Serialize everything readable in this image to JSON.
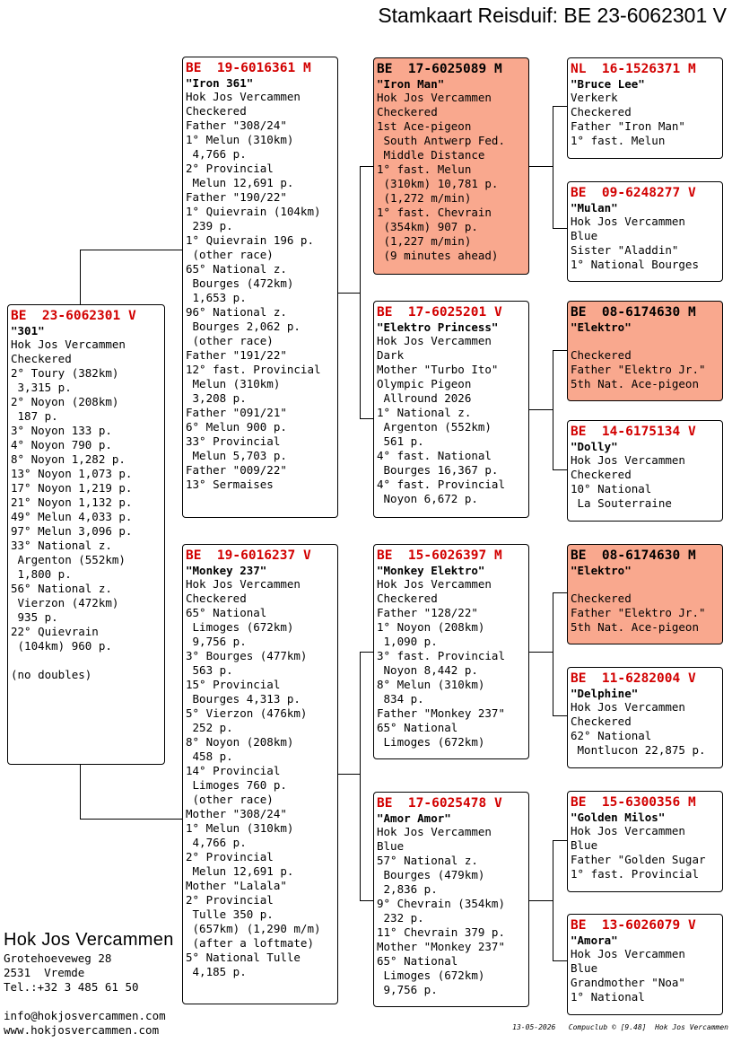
{
  "title": "Stamkaart Reisduif: BE  23-6062301 V",
  "pigeons": [
    {
      "id": "p0",
      "ring": "BE  23-6062301 V",
      "name": "\"301\"",
      "highlight": false,
      "ring_color": "#d20000",
      "lines": [
        "Hok Jos Vercammen",
        "Checkered",
        "2° Toury (382km)",
        " 3,315 p.",
        "2° Noyon (208km)",
        " 187 p.",
        "3° Noyon 133 p.",
        "4° Noyon 790 p.",
        "8° Noyon 1,282 p.",
        "13° Noyon 1,073 p.",
        "17° Noyon 1,219 p.",
        "21° Noyon 1,132 p.",
        "49° Melun 4,033 p.",
        "97° Melun 3,096 p.",
        "33° National z.",
        " Argenton (552km)",
        " 1,800 p.",
        "56° National z.",
        " Vierzon (472km)",
        " 935 p.",
        "22° Quievrain",
        " (104km) 960 p.",
        "",
        "(no doubles)"
      ]
    },
    {
      "id": "p1",
      "ring": "BE  19-6016361 M",
      "name": "\"Iron 361\"",
      "highlight": false,
      "ring_color": "#d20000",
      "lines": [
        "Hok Jos Vercammen",
        "Checkered",
        "Father \"308/24\"",
        "1° Melun (310km)",
        " 4,766 p.",
        "2° Provincial",
        " Melun 12,691 p.",
        "Father \"190/22\"",
        "1° Quievrain (104km)",
        " 239 p.",
        "1° Quievrain 196 p.",
        " (other race)",
        "65° National z.",
        " Bourges (472km)",
        " 1,653 p.",
        "96° National z.",
        " Bourges 2,062 p.",
        " (other race)",
        "Father \"191/22\"",
        "12° fast. Provincial",
        " Melun (310km)",
        " 3,208 p.",
        "Father \"091/21\"",
        "6° Melun 900 p.",
        "33° Provincial",
        " Melun 5,703 p.",
        "Father \"009/22\"",
        "13° Sermaises"
      ]
    },
    {
      "id": "p2",
      "ring": "BE  19-6016237 V",
      "name": "\"Monkey 237\"",
      "highlight": false,
      "ring_color": "#d20000",
      "lines": [
        "Hok Jos Vercammen",
        "Checkered",
        "65° National",
        " Limoges (672km)",
        " 9,756 p.",
        "3° Bourges (477km)",
        " 563 p.",
        "15° Provincial",
        " Bourges 4,313 p.",
        "5° Vierzon (476km)",
        " 252 p.",
        "8° Noyon (208km)",
        " 458 p.",
        "14° Provincial",
        " Limoges 760 p.",
        " (other race)",
        "Mother \"308/24\"",
        "1° Melun (310km)",
        " 4,766 p.",
        "2° Provincial",
        " Melun 12,691 p.",
        "Mother \"Lalala\"",
        "2° Provincial",
        " Tulle 350 p.",
        " (657km) (1,290 m/m)",
        " (after a loftmate)",
        "5° National Tulle",
        " 4,185 p."
      ]
    },
    {
      "id": "p3",
      "ring": "BE  17-6025089 M",
      "name": "\"Iron Man\"",
      "highlight": true,
      "ring_color": "#000000",
      "lines": [
        "Hok Jos Vercammen",
        "Checkered",
        "1st Ace-pigeon",
        " South Antwerp Fed.",
        " Middle Distance",
        "1° fast. Melun",
        " (310km) 10,781 p.",
        " (1,272 m/min)",
        "1° fast. Chevrain",
        " (354km) 907 p.",
        " (1,227 m/min)",
        " (9 minutes ahead)"
      ]
    },
    {
      "id": "p4",
      "ring": "BE  17-6025201 V",
      "name": "\"Elektro Princess\"",
      "highlight": false,
      "ring_color": "#d20000",
      "lines": [
        "Hok Jos Vercammen",
        "Dark",
        "Mother \"Turbo Ito\"",
        "Olympic Pigeon",
        " Allround 2026",
        "1° National z.",
        " Argenton (552km)",
        " 561 p.",
        "4° fast. National",
        " Bourges 16,367 p.",
        "4° fast. Provincial",
        " Noyon 6,672 p."
      ]
    },
    {
      "id": "p5",
      "ring": "BE  15-6026397 M",
      "name": "\"Monkey Elektro\"",
      "highlight": false,
      "ring_color": "#d20000",
      "lines": [
        "Hok Jos Vercammen",
        "Checkered",
        "Father \"128/22\"",
        "1° Noyon (208km)",
        " 1,090 p.",
        "3° fast. Provincial",
        " Noyon 8,442 p.",
        "8° Melun (310km)",
        " 834 p.",
        "Father \"Monkey 237\"",
        "65° National",
        " Limoges (672km)"
      ]
    },
    {
      "id": "p6",
      "ring": "BE  17-6025478 V",
      "name": "\"Amor Amor\"",
      "highlight": false,
      "ring_color": "#d20000",
      "lines": [
        "Hok Jos Vercammen",
        "Blue",
        "57° National z.",
        " Bourges (479km)",
        " 2,836 p.",
        "9° Chevrain (354km)",
        " 232 p.",
        "11° Chevrain 379 p.",
        "Mother \"Monkey 237\"",
        "65° National",
        " Limoges (672km)",
        " 9,756 p."
      ]
    },
    {
      "id": "p7",
      "ring": "NL  16-1526371 M",
      "name": "\"Bruce Lee\"",
      "highlight": false,
      "ring_color": "#d20000",
      "lines": [
        "Verkerk",
        "Checkered",
        "Father \"Iron Man\"",
        "1° fast. Melun"
      ]
    },
    {
      "id": "p8",
      "ring": "BE  09-6248277 V",
      "name": "\"Mulan\"",
      "highlight": false,
      "ring_color": "#d20000",
      "lines": [
        "Hok Jos Vercammen",
        "Blue",
        "Sister \"Aladdin\"",
        "1° National Bourges"
      ]
    },
    {
      "id": "p9",
      "ring": "BE  08-6174630 M",
      "name": "\"Elektro\"",
      "highlight": true,
      "ring_color": "#000000",
      "lines": [
        "",
        "Checkered",
        "Father \"Elektro Jr.\"",
        "5th Nat. Ace-pigeon"
      ]
    },
    {
      "id": "p10",
      "ring": "BE  14-6175134 V",
      "name": "\"Dolly\"",
      "highlight": false,
      "ring_color": "#d20000",
      "lines": [
        "Hok Jos Vercammen",
        "Checkered",
        "10° National",
        " La Souterraine"
      ]
    },
    {
      "id": "p11",
      "ring": "BE  08-6174630 M",
      "name": "\"Elektro\"",
      "highlight": true,
      "ring_color": "#000000",
      "lines": [
        "",
        "Checkered",
        "Father \"Elektro Jr.\"",
        "5th Nat. Ace-pigeon"
      ]
    },
    {
      "id": "p12",
      "ring": "BE  11-6282004 V",
      "name": "\"Delphine\"",
      "highlight": false,
      "ring_color": "#d20000",
      "lines": [
        "Hok Jos Vercammen",
        "Checkered",
        "62° National",
        " Montlucon 22,875 p."
      ]
    },
    {
      "id": "p13",
      "ring": "BE  15-6300356 M",
      "name": "\"Golden Milos\"",
      "highlight": false,
      "ring_color": "#d20000",
      "lines": [
        "Hok Jos Vercammen",
        "Blue",
        "Father \"Golden Sugar",
        "1° fast. Provincial"
      ]
    },
    {
      "id": "p14",
      "ring": "BE  13-6026079 V",
      "name": "\"Amora\"",
      "highlight": false,
      "ring_color": "#d20000",
      "lines": [
        "Hok Jos Vercammen",
        "Blue",
        "Grandmother \"Noa\"",
        "1° National"
      ]
    }
  ],
  "owner": {
    "name": "Hok Jos Vercammen",
    "street": "Grotehoeveweg 28",
    "city": "2531  Vremde",
    "phone": "Tel.:+32 3 485 61 50",
    "email": "info@hokjosvercammen.com",
    "website": "www.hokjosvercammen.com"
  },
  "footer": "13-05-2026   Compuclub © [9.48]  Hok Jos Vercammen"
}
